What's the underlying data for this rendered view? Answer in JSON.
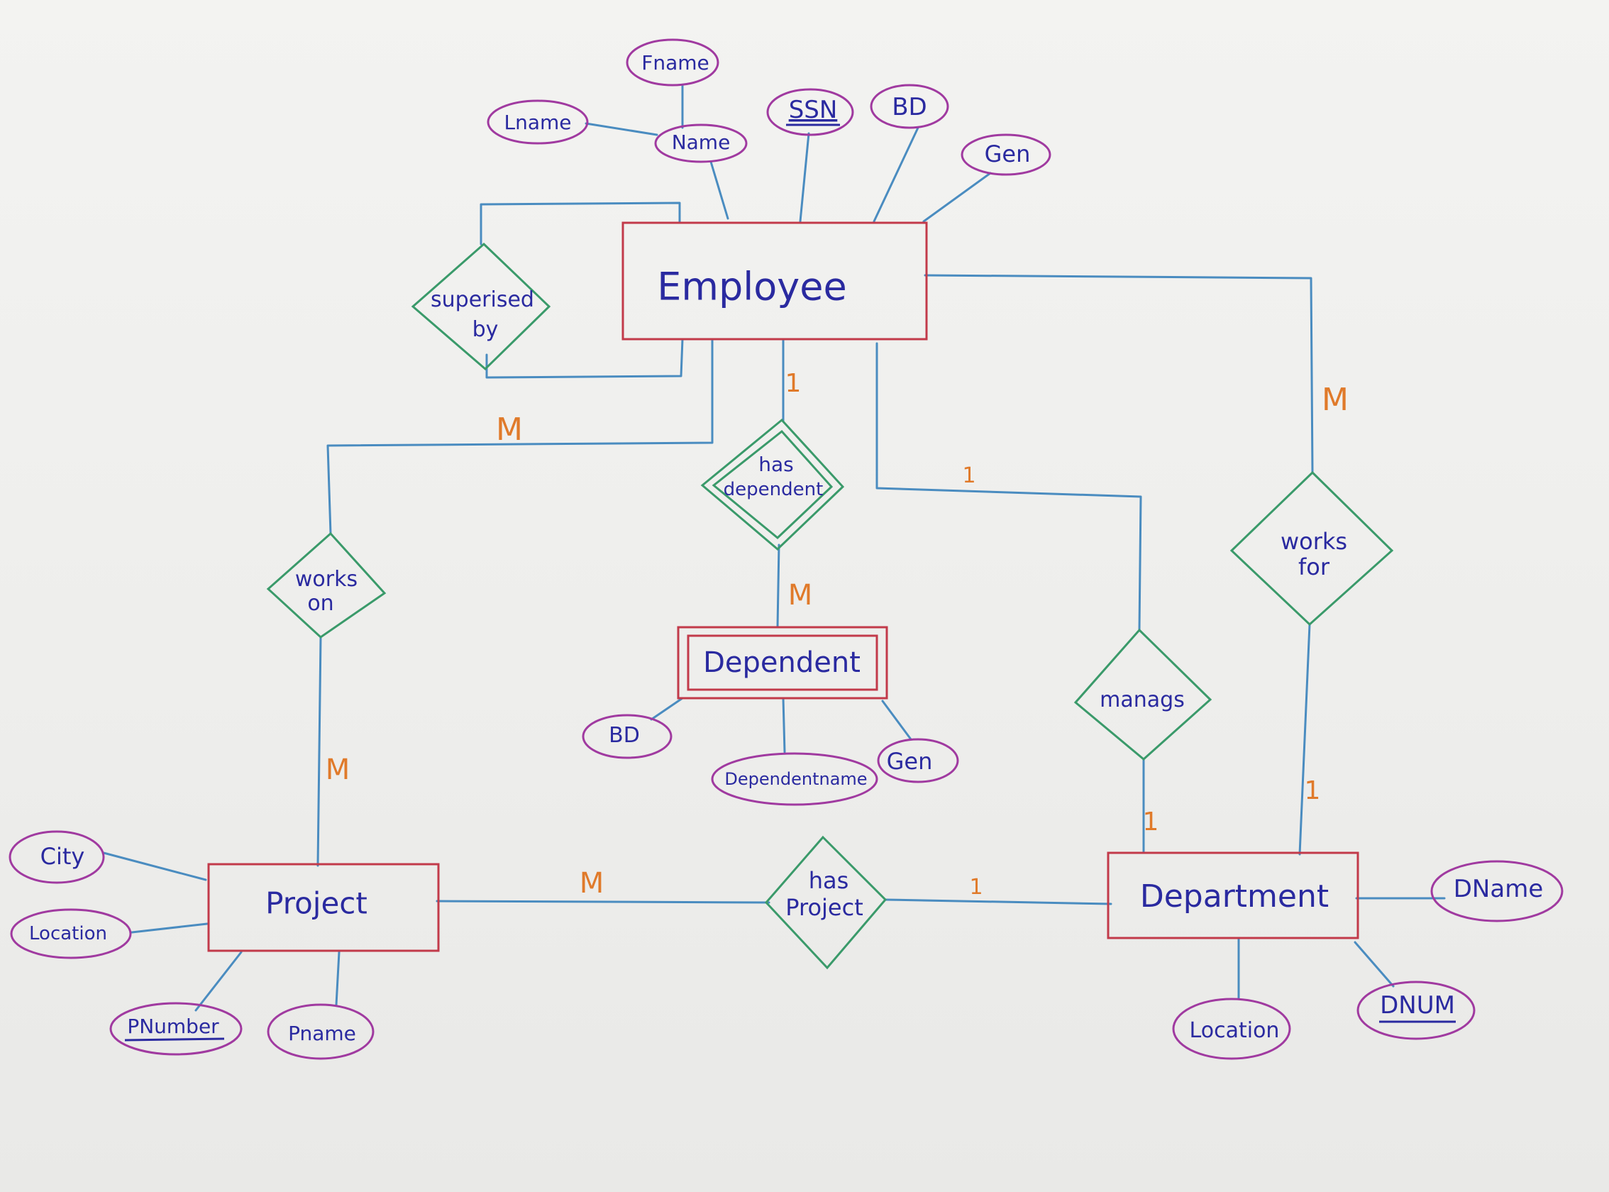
{
  "colors": {
    "line": "#4a8cc0",
    "entity_border": "#c23a4a",
    "relationship_border": "#3a9a6a",
    "attribute_border": "#a03aa0",
    "text": "#2a2aa0",
    "cardinality": "#e07a2a"
  },
  "entities": {
    "employee": "Employee",
    "dependent": "Dependent",
    "project": "Project",
    "department": "Department"
  },
  "relationships": {
    "supervised_by": [
      "superised",
      "by"
    ],
    "has_dependent": [
      "has",
      "dependent"
    ],
    "works_on": [
      "works",
      "on"
    ],
    "works_for": [
      "works",
      "for"
    ],
    "manages": "manags",
    "has_project": [
      "has",
      "Project"
    ]
  },
  "attributes": {
    "employee": {
      "fname": "Fname",
      "lname": "Lname",
      "name": "Name",
      "ssn": "SSN",
      "bd": "BD",
      "gen": "Gen"
    },
    "dependent": {
      "bd": "BD",
      "dependent_name": "Dependentname",
      "gen": "Gen"
    },
    "project": {
      "city": "City",
      "location": "Location",
      "pnumber": "PNumber",
      "pname": "Pname"
    },
    "department": {
      "dname": "DName",
      "location": "Location",
      "dnum": "DNUM"
    }
  },
  "cardinalities": {
    "works_on_employee": "M",
    "works_on_project": "M",
    "has_dependent_employee": "1",
    "has_dependent_dependent": "M",
    "manages_employee": "1",
    "manages_department": "1",
    "works_for_employee": "M",
    "works_for_department": "1",
    "has_project_project": "M",
    "has_project_department": "1"
  }
}
